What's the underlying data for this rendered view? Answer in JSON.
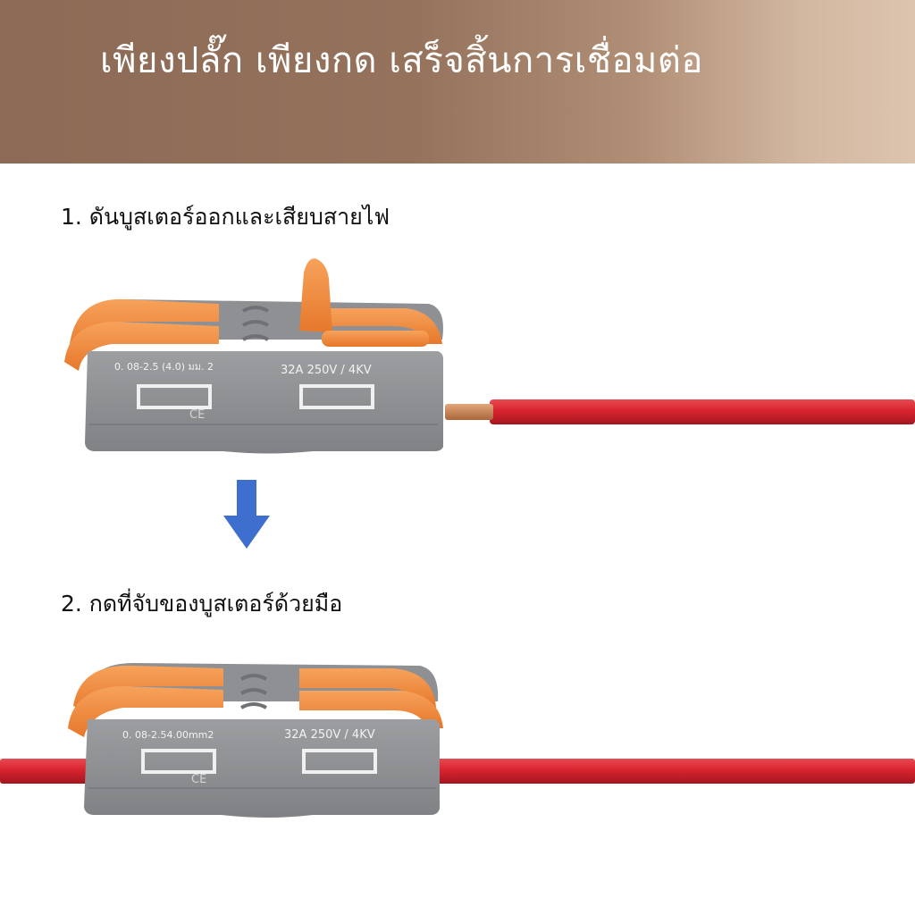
{
  "banner": {
    "title": "เพียงปลั๊ก เพียงกด เสร็จสิ้นการเชื่อมต่อ"
  },
  "steps": [
    {
      "label": "1. ดันบูสเตอร์ออกและเสียบสายไฟ",
      "connector": {
        "spec_left": "0. 08-2.5 (4.0) มม. 2",
        "spec_right": "32A 250V / 4KV",
        "mark": "CE"
      }
    },
    {
      "label": "2. กดที่จับของบูสเตอร์ด้วยมือ",
      "connector": {
        "spec_left": "0. 08-2.54.00mm2",
        "spec_right": "32A 250V / 4KV",
        "mark": "CE"
      }
    }
  ],
  "colors": {
    "body_gray": "#8d8f92",
    "lever_orange": "#f08a3a",
    "wire_red": "#d8242f",
    "copper": "#c98756",
    "arrow_blue": "#3e6fcf"
  },
  "icons": {
    "arrow": "arrow-down-icon"
  }
}
